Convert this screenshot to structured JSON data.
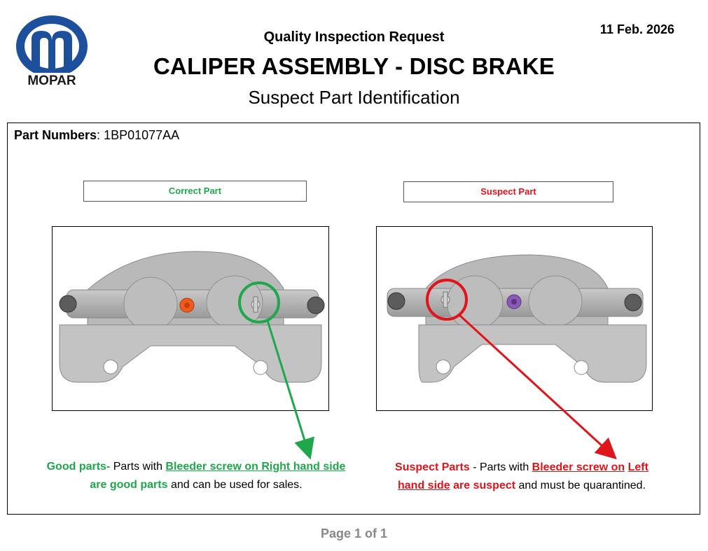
{
  "brand": {
    "name": "MOPAR",
    "logo_icon": "mopar-logo-icon",
    "logo_blue": "#1c4f9c"
  },
  "header": {
    "date": "11 Feb. 2026",
    "request_title": "Quality Inspection Request",
    "main_title": "CALIPER ASSEMBLY - DISC BRAKE",
    "subtitle": "Suspect Part Identification"
  },
  "part_numbers": {
    "label": "Part Numbers",
    "separator": ":",
    "value": "1BP01077AA"
  },
  "correct": {
    "label": "Correct Part",
    "image_icon": "caliper-photo-correct",
    "caption": {
      "lead": "Good parts-",
      "text1": " Parts with ",
      "highlight": "Bleeder screw on Right hand side",
      "emphasis": "are good parts",
      "text2": " and can be used for sales."
    }
  },
  "suspect": {
    "label": "Suspect Part",
    "image_icon": "caliper-photo-suspect",
    "caption": {
      "lead": "Suspect Parts",
      "text1": " - Parts with ",
      "highlight1": "Bleeder screw on",
      "highlight2": "Left",
      "highlight3": "hand side",
      "emphasis": "are suspect",
      "text2": " and must be quarantined."
    }
  },
  "colors": {
    "good": "#1ea84b",
    "suspect": "#e0141b",
    "orange_plug": "#f05a1a",
    "purple_plug": "#8c5ab4"
  },
  "footer": {
    "page": "Page 1 of 1"
  }
}
